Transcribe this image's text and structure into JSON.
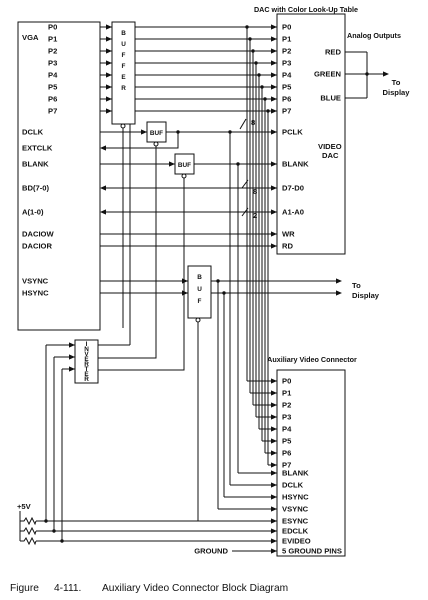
{
  "title": "DAC with Color Look-Up Table",
  "analog_outputs_label": "Analog Outputs",
  "to_display_analog": [
    "To",
    "Display"
  ],
  "to_display_sync": [
    "To",
    "Display"
  ],
  "vga": {
    "label": "VGA",
    "pixel_signals": [
      "P0",
      "P1",
      "P2",
      "P3",
      "P4",
      "P5",
      "P6",
      "P7"
    ],
    "control_signals": [
      "DCLK",
      "EXTCLK",
      "BLANK",
      "BD(7-0)",
      "A(1-0)",
      "DACIOW",
      "DACIOR"
    ],
    "sync_signals": [
      "VSYNC",
      "HSYNC"
    ]
  },
  "buffer_label": "BUFFER",
  "buf_label": "BUF",
  "inverter_label": "INVERTER",
  "plus5v_label": "+5V",
  "ground_label": "GROUND",
  "dac": {
    "pixel_pins": [
      "P0",
      "P1",
      "P2",
      "P3",
      "P4",
      "P5",
      "P6",
      "P7"
    ],
    "pclk": "PCLK",
    "video": "VIDEO",
    "dac": "DAC",
    "blank": "BLANK",
    "data": "D7-D0",
    "addr": "A1-A0",
    "wr": "WR",
    "rd": "RD",
    "outputs": [
      "RED",
      "GREEN",
      "BLUE"
    ]
  },
  "bus_widths": [
    "8",
    "8",
    "2"
  ],
  "aux": {
    "title": "Auxiliary Video Connector",
    "pins": [
      "P0",
      "P1",
      "P2",
      "P3",
      "P4",
      "P5",
      "P6",
      "P7",
      "BLANK",
      "DCLK",
      "HSYNC",
      "VSYNC",
      "ESYNC",
      "EDCLK",
      "EVIDEO",
      "5 GROUND PINS"
    ]
  },
  "figure": {
    "number": "Figure",
    "id": "4-111.",
    "caption": "Auxiliary Video Connector Block Diagram"
  }
}
